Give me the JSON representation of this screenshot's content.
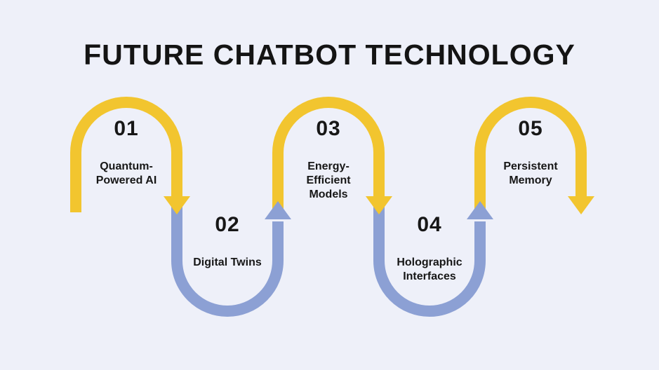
{
  "title": "FUTURE CHATBOT TECHNOLOGY",
  "colors": {
    "background": "#EEF0F9",
    "yellow": "#F2C52F",
    "blue": "#8CA0D4",
    "text": "#171717"
  },
  "steps": [
    {
      "number": "01",
      "label": "Quantum-\nPowered AI",
      "color": "yellow",
      "position": "top"
    },
    {
      "number": "02",
      "label": "Digital Twins",
      "color": "blue",
      "position": "bottom"
    },
    {
      "number": "03",
      "label": "Energy-\nEfficient\nModels",
      "color": "yellow",
      "position": "top"
    },
    {
      "number": "04",
      "label": "Holographic\nInterfaces",
      "color": "blue",
      "position": "bottom"
    },
    {
      "number": "05",
      "label": "Persistent\nMemory",
      "color": "yellow",
      "position": "top"
    }
  ]
}
